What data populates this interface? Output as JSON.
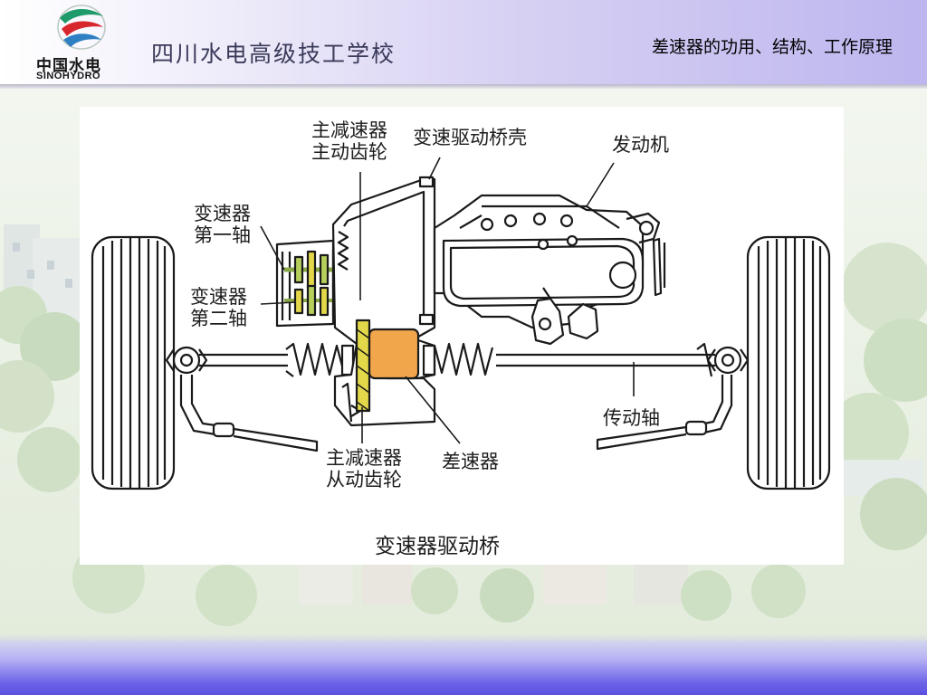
{
  "header": {
    "logo": {
      "icon": "sinohydro-logo-icon",
      "name_cn": "中国水电",
      "name_en": "SINOHYDRO"
    },
    "school_name": "四川水电高级技工学校",
    "slide_title": "差速器的功用、结构、工作原理"
  },
  "diagram": {
    "labels": {
      "main_reducer_drive_gear": [
        "主减速器",
        "主动齿轮"
      ],
      "transaxle_housing": "变速驱动桥壳",
      "engine": "发动机",
      "gearbox_first_shaft": [
        "变速器",
        "第一轴"
      ],
      "gearbox_second_shaft": [
        "变速器",
        "第二轴"
      ],
      "drive_shaft": "传动轴",
      "main_reducer_driven_gear": [
        "主减速器",
        "从动齿轮"
      ],
      "differential": "差速器"
    },
    "caption": "变速器驱动桥",
    "colors": {
      "gear_yellow": "#e2d84a",
      "gear_green": "#b6cf5a",
      "differential_orange": "#f2a64c",
      "gear_pink": "#eab0c0",
      "line": "#1a1a1a"
    }
  }
}
